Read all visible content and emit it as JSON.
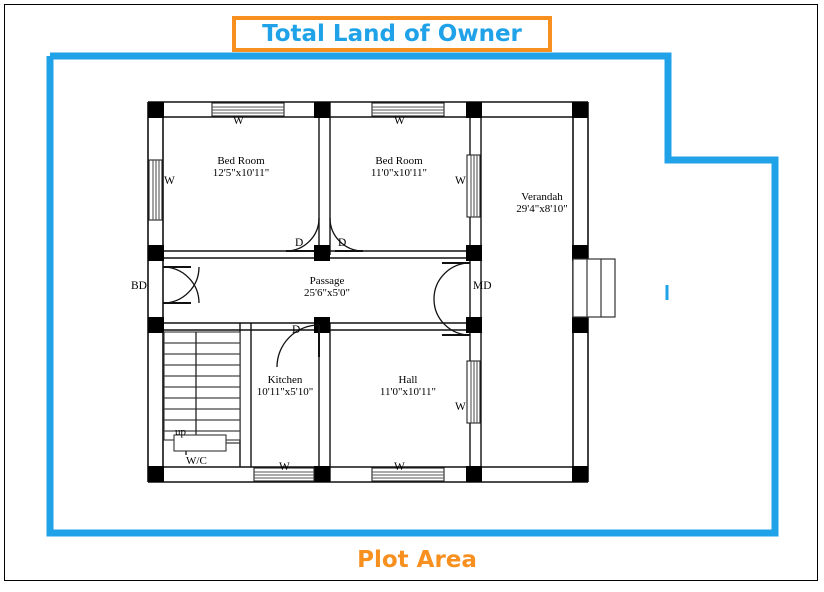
{
  "header": {
    "title": "Total Land of Owner",
    "title_text_color": "#1FA2E8",
    "title_border_color": "#F7901E"
  },
  "footer": {
    "caption": "Plot Area",
    "caption_color": "#F7901E"
  },
  "plot": {
    "boundary_color": "#1FA2E8",
    "boundary_label": "Plot Area"
  },
  "rooms": [
    {
      "id": "bedroom-1",
      "name": "Bed Room",
      "dimensions": "12'5\"x10'11\""
    },
    {
      "id": "bedroom-2",
      "name": "Bed Room",
      "dimensions": "11'0\"x10'11\""
    },
    {
      "id": "verandah",
      "name": "Verandah",
      "dimensions": "29'4\"x8'10\""
    },
    {
      "id": "passage",
      "name": "Passage",
      "dimensions": "25'6\"x5'0\""
    },
    {
      "id": "kitchen",
      "name": "Kitchen",
      "dimensions": "10'11\"x5'10\""
    },
    {
      "id": "hall",
      "name": "Hall",
      "dimensions": "11'0\"x10'11\""
    }
  ],
  "openings": {
    "window_tag": "W",
    "door_tag": "D",
    "main_door_tag": "MD",
    "back_door_tag": "BD",
    "windows": [
      {
        "id": "window-bedroom1-top",
        "tag": "W"
      },
      {
        "id": "window-bedroom2-top",
        "tag": "W"
      },
      {
        "id": "window-bedroom1-left",
        "tag": "W"
      },
      {
        "id": "window-bedroom2-right",
        "tag": "W"
      },
      {
        "id": "window-hall-right",
        "tag": "W"
      },
      {
        "id": "window-kitchen-bottom",
        "tag": "W"
      },
      {
        "id": "window-hall-bottom",
        "tag": "W"
      }
    ],
    "doors": [
      {
        "id": "door-bedroom1-passage",
        "tag": "D"
      },
      {
        "id": "door-bedroom2-passage",
        "tag": "D"
      },
      {
        "id": "door-kitchen",
        "tag": "D"
      },
      {
        "id": "door-main",
        "tag": "MD"
      },
      {
        "id": "door-back",
        "tag": "BD"
      }
    ]
  },
  "features": {
    "stairs_label": "up",
    "wc_label": "W/C"
  }
}
